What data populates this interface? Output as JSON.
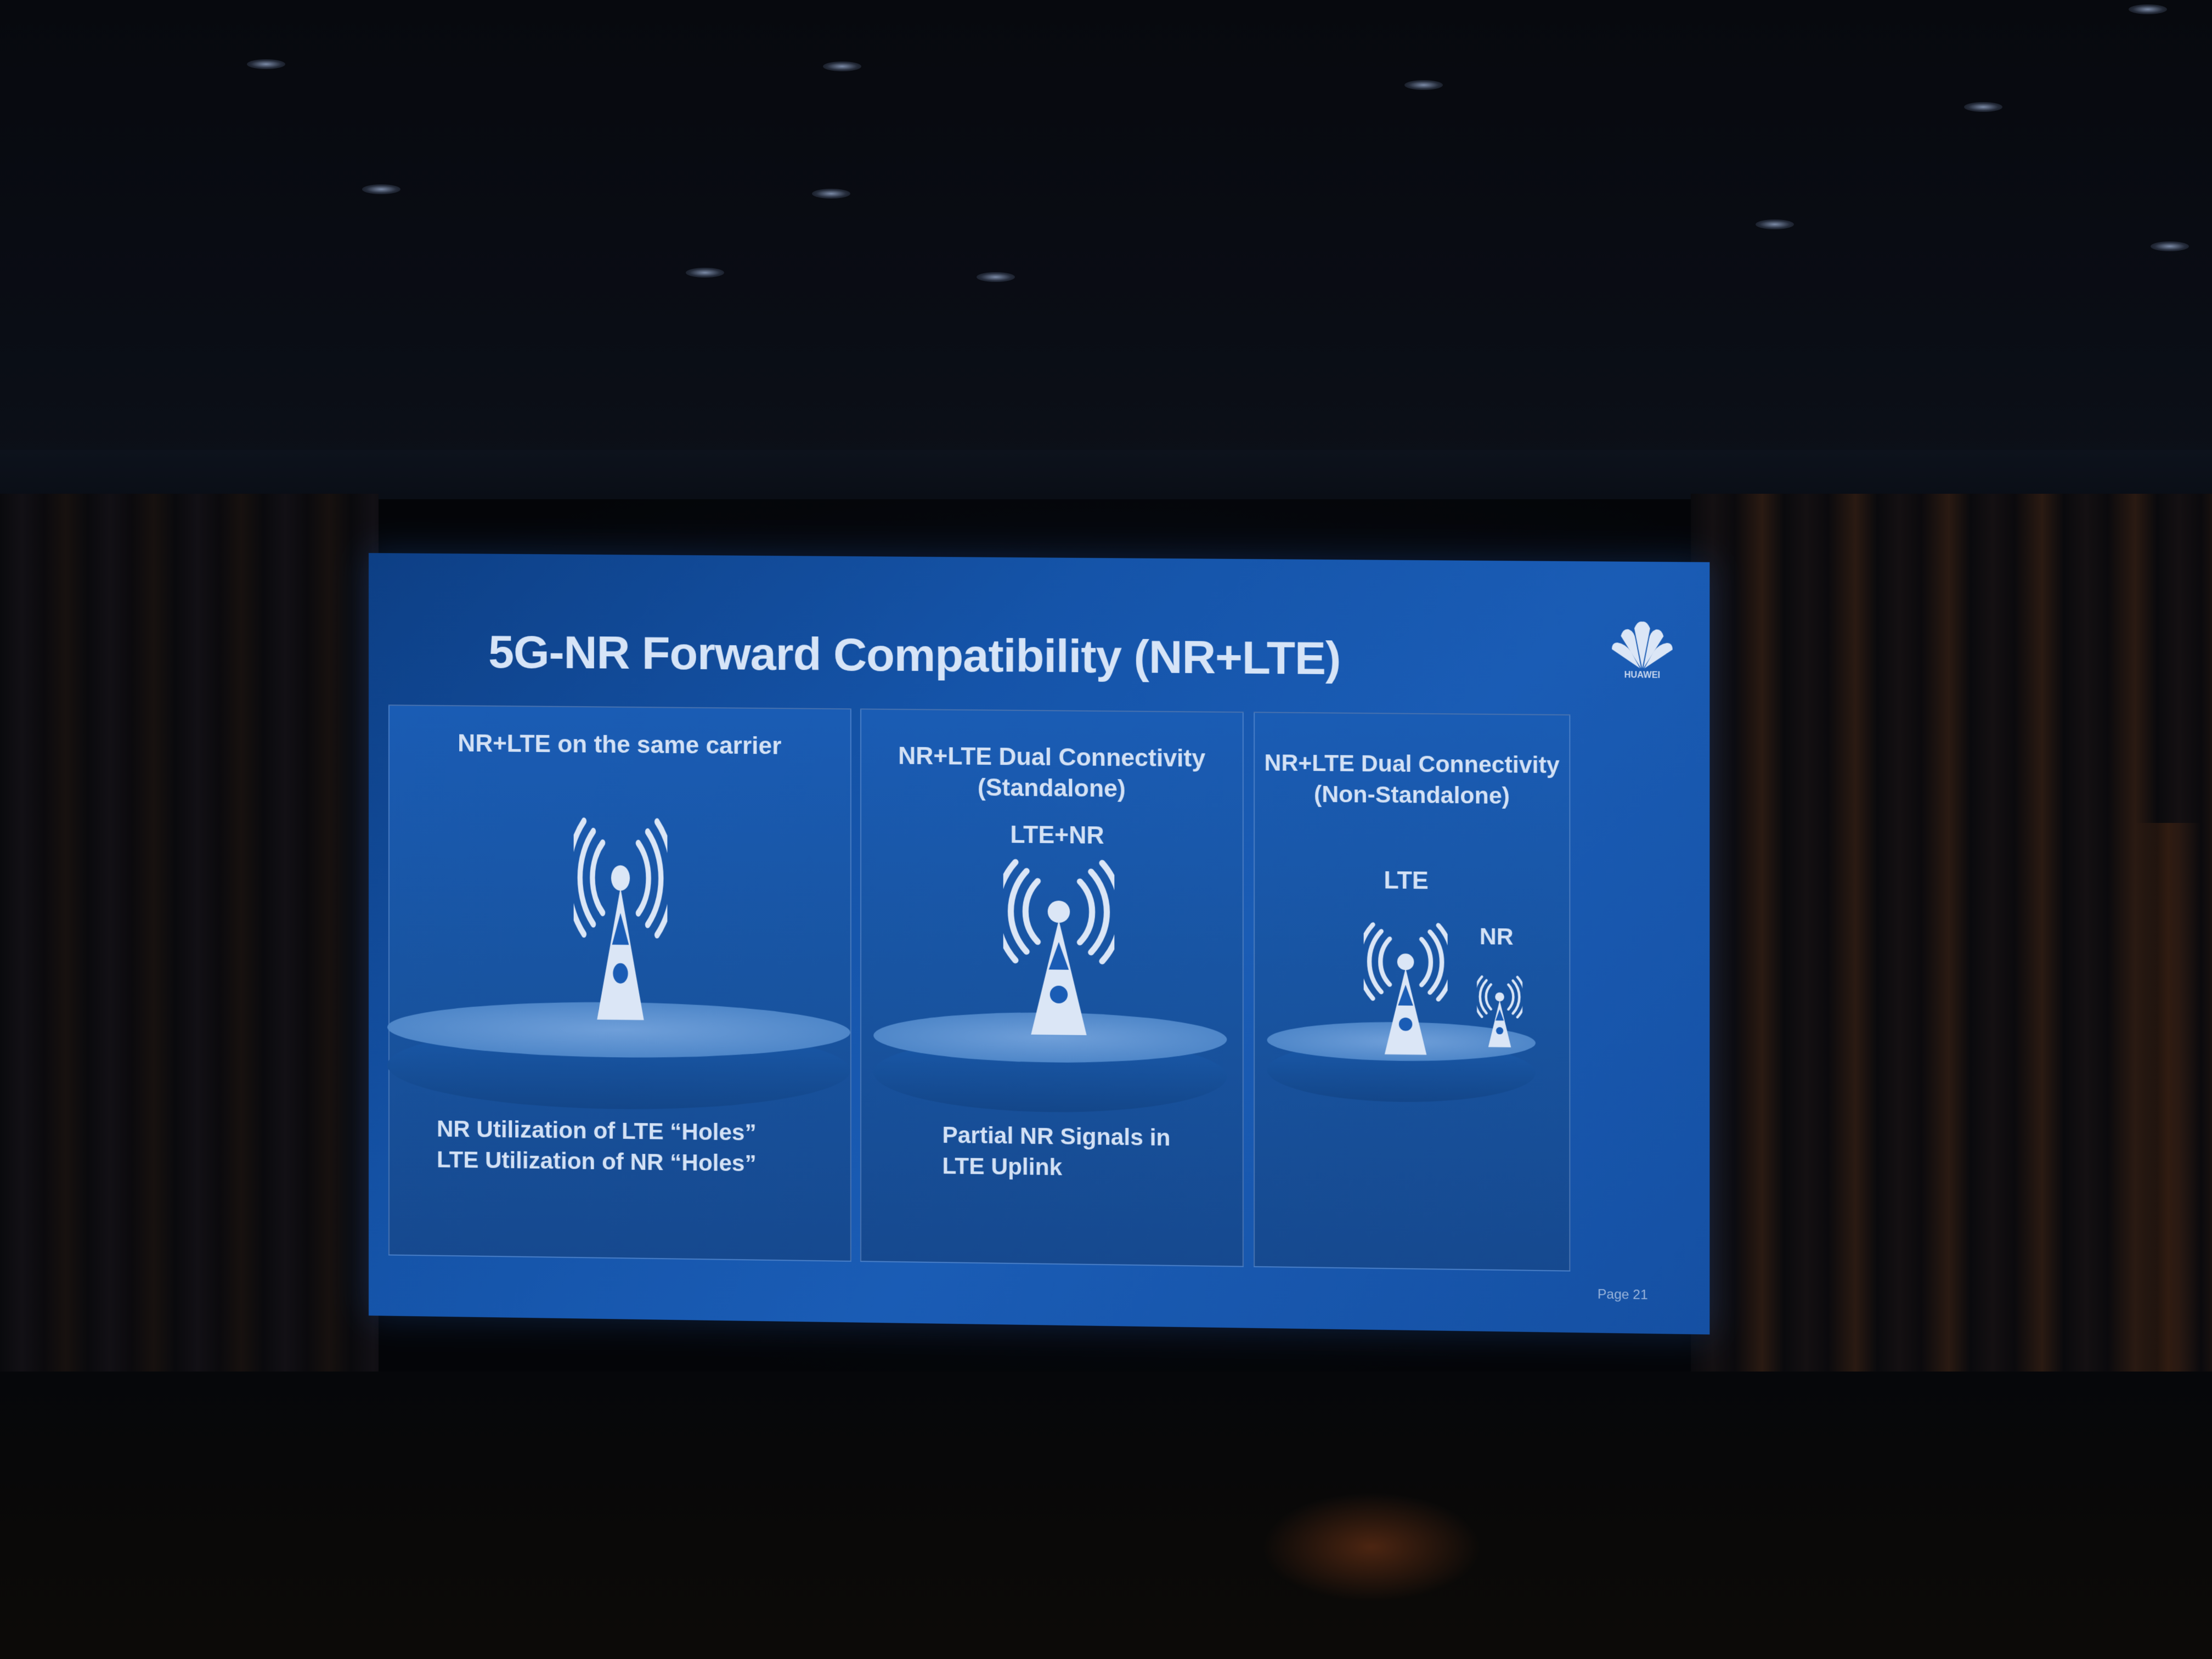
{
  "slide": {
    "title": "5G-NR Forward Compatibility (NR+LTE)",
    "logo_text": "HUAWEI",
    "page_number": "Page 21",
    "panels": [
      {
        "header_line1": "NR+LTE on the same carrier",
        "header_line2": "",
        "footer_line1": "NR Utilization of LTE “Holes”",
        "footer_line2": "LTE Utilization of NR “Holes”",
        "icon": "cell-tower-icon"
      },
      {
        "header_line1": "NR+LTE Dual Connectivity",
        "header_line2": "(Standalone)",
        "tower_label": "LTE+NR",
        "footer_line1": "Partial NR Signals in",
        "footer_line2": "LTE Uplink",
        "icon": "cell-tower-icon"
      },
      {
        "header_line1": "NR+LTE Dual Connectivity",
        "header_line2": "(Non-Standalone)",
        "tower_label_lte": "LTE",
        "tower_label_nr": "NR",
        "icon": "cell-tower-icon"
      }
    ]
  },
  "colors": {
    "slide_blue": "#1a5cb5",
    "text": "#d3e1f5",
    "disc_top": "#5e93d3",
    "disc_side": "#174f9e"
  }
}
